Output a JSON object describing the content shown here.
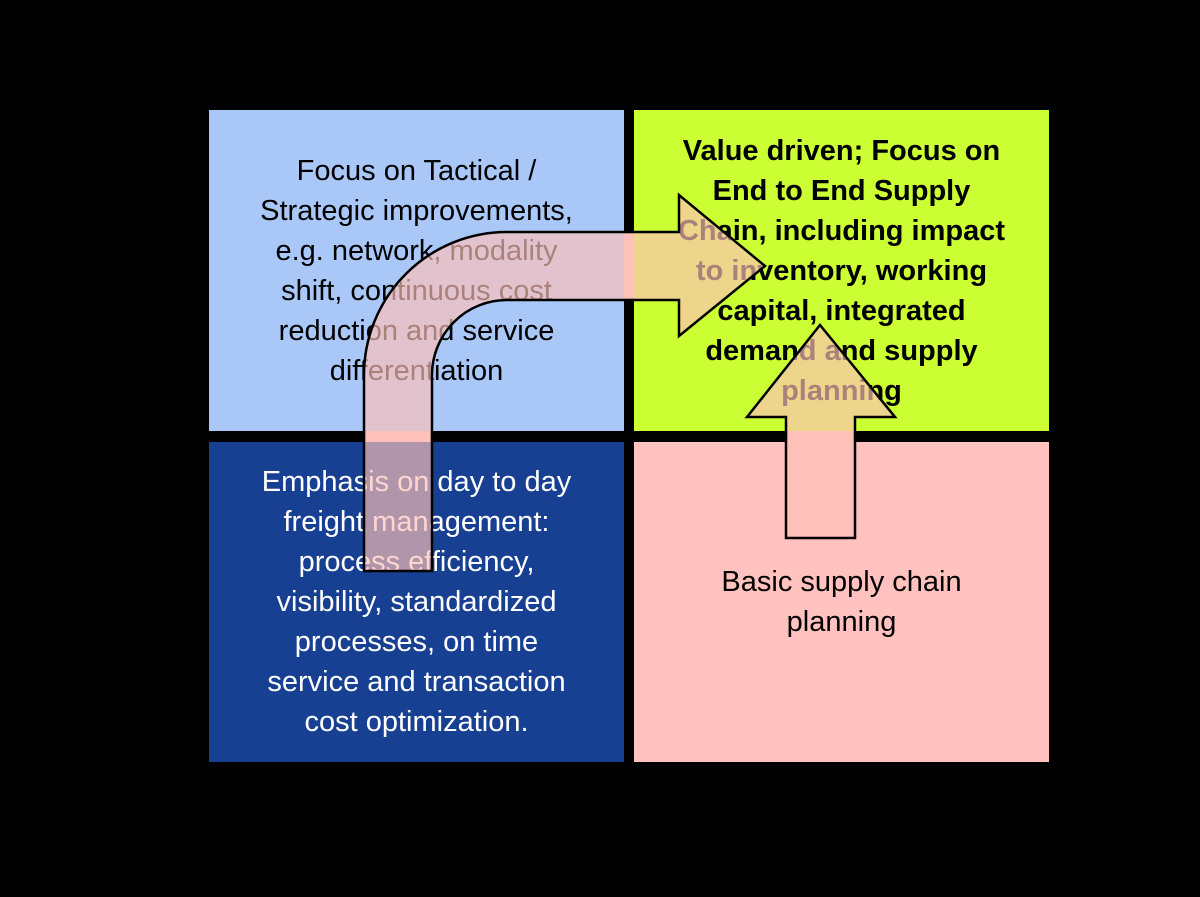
{
  "canvas": {
    "background": "#000000"
  },
  "quadrants": {
    "top_left": {
      "bg": "#A9C8F8",
      "text_color": "#000000",
      "lines": [
        "Focus on Tactical /",
        "Strategic improvements,",
        "e.g. network, modality",
        "shift, continuous cost",
        "reduction and service",
        "differentiation"
      ]
    },
    "top_right": {
      "bg": "#CCFF33",
      "text_color": "#000000",
      "lines": [
        "Value driven; Focus on",
        "End to End Supply",
        "Chain, including impact",
        "to inventory, working",
        "capital, integrated",
        "demand and supply",
        "planning"
      ]
    },
    "bottom_left": {
      "bg": "#173F92",
      "text_color": "#FFFFFF",
      "lines": [
        "Emphasis on day to day",
        "freight management:",
        "process efficiency,",
        "visibility, standardized",
        "processes, on time",
        "service and transaction",
        "cost optimization."
      ]
    },
    "bottom_right": {
      "bg": "#FFC2BE",
      "text_color": "#000000",
      "lines": [
        "Basic supply chain",
        "planning"
      ]
    }
  },
  "arrows": {
    "fill_base": "#FFC1BB",
    "fill_overlay": "rgba(254,193,183,0.67)",
    "outline": "#000000"
  }
}
